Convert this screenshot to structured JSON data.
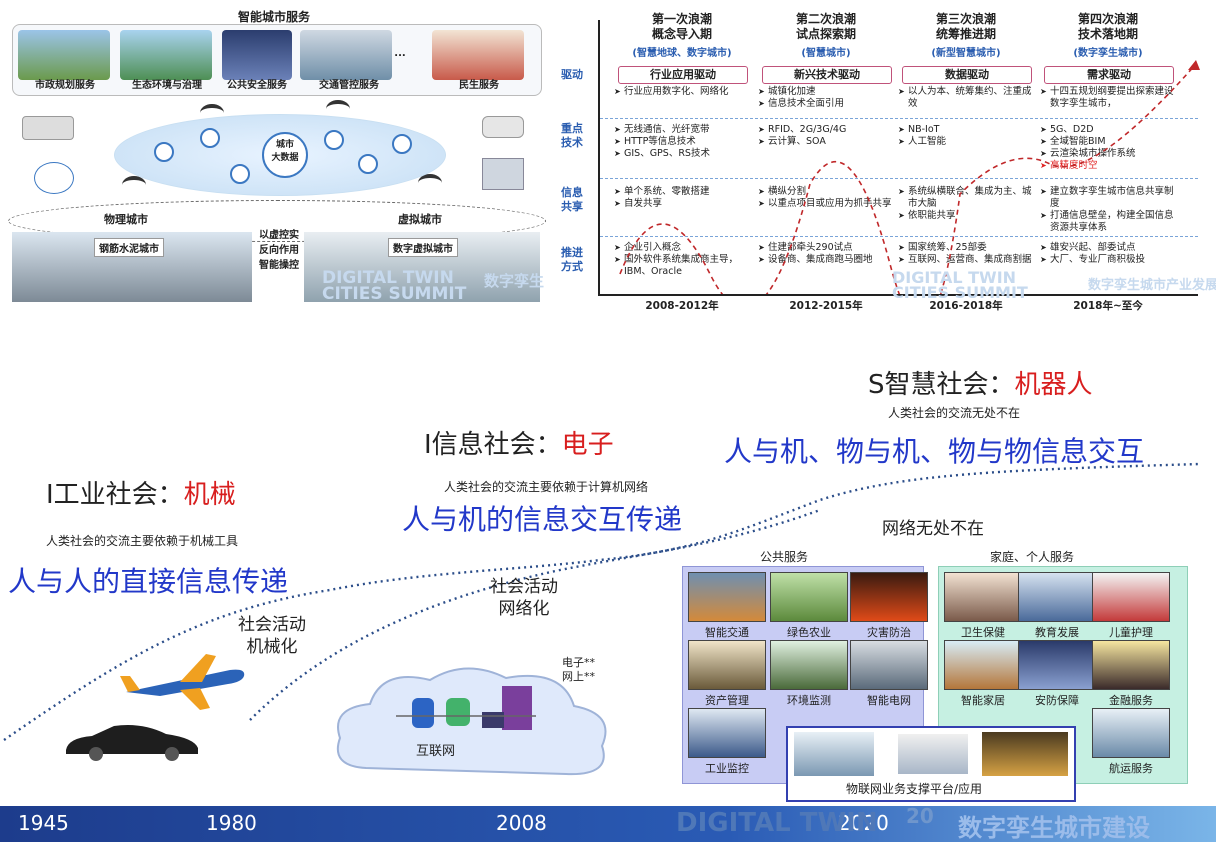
{
  "top_left": {
    "title": "智能城市服务",
    "services": [
      "市政规划服务",
      "生态环境与治理",
      "公共安全服务",
      "交通管控服务",
      "...",
      "民生服务"
    ],
    "hub": "城市\n大数据",
    "physical_city": "物理城市",
    "virtual_city": "虚拟城市",
    "physical_sub": "钢筋水泥城市",
    "virtual_sub": "数字虚拟城市",
    "center_lines": [
      "以虚控实",
      "反向作用",
      "智能操控"
    ],
    "wm_line1": "DIGITAL TWIN",
    "wm_line2": "CITIES SUMMIT",
    "wm_cn": "数字孪生"
  },
  "top_right": {
    "waves": [
      {
        "title1": "第一次浪潮",
        "title2": "概念导入期",
        "sub": "(智慧地球、数字城市)",
        "driver": "行业应用驱动",
        "year": "2008-2012年",
        "tech_a": [
          "行业应用数字化、网络化"
        ],
        "tech_b": [
          "无线通信、光纤宽带",
          "HTTP等信息技术",
          "GIS、GPS、RS技术"
        ],
        "share": [
          "单个系统、零散搭建",
          "自发共享"
        ],
        "mode": [
          "企业引入概念",
          "国外软件系统集成商主导，IBM、Oracle"
        ]
      },
      {
        "title1": "第二次浪潮",
        "title2": "试点探索期",
        "sub": "(智慧城市)",
        "driver": "新兴技术驱动",
        "year": "2012-2015年",
        "tech_a": [
          "城镇化加速",
          "信息技术全面引用"
        ],
        "tech_b": [
          "RFID、2G/3G/4G",
          "云计算、SOA"
        ],
        "share": [
          "横纵分割",
          "以重点项目或应用为抓手共享"
        ],
        "mode": [
          "住建部牵头290试点",
          "设备商、集成商跑马圈地"
        ]
      },
      {
        "title1": "第三次浪潮",
        "title2": "统筹推进期",
        "sub": "(新型智慧城市)",
        "driver": "数据驱动",
        "year": "2016-2018年",
        "tech_a": [
          "以人为本、统筹集约、注重成效"
        ],
        "tech_b": [
          "NB-IoT",
          "人工智能"
        ],
        "share": [
          "系统纵横联合、集成为主、城市大脑",
          "依职能共享"
        ],
        "mode": [
          "国家统筹、25部委",
          "互联网、运营商、集成商割据"
        ]
      },
      {
        "title1": "第四次浪潮",
        "title2": "技术落地期",
        "sub": "(数字孪生城市)",
        "driver": "需求驱动",
        "year": "2018年~至今",
        "tech_a": [
          "十四五规划纲要提出探索建设数字孪生城市，"
        ],
        "tech_b": [
          "5G、D2D",
          "全域智能BIM",
          "云渲染城市操作系统"
        ],
        "tech_b_hl": "高精度时空",
        "share": [
          "建立数字孪生城市信息共享制度",
          "打通信息壁垒，构建全国信息资源共享体系"
        ],
        "mode": [
          "雄安兴起、部委试点",
          "大厂、专业厂商积极投"
        ]
      }
    ],
    "rows": [
      "驱动",
      "重点\n技术",
      "信息\n共享",
      "推进\n方式"
    ],
    "wm_line1": "DIGITAL TWIN",
    "wm_line2": "CITIES SUMMIT",
    "wm_cn": "数字孪生城市产业发展"
  },
  "bottom": {
    "eras": [
      {
        "prefix": "I工业社会：",
        "em": "机械",
        "caption": "人类社会的交流主要依赖于机械工具",
        "headline": "人与人的直接信息传递",
        "mid": "社会活动\n机械化"
      },
      {
        "prefix": "I信息社会：",
        "em": "电子",
        "caption": "人类社会的交流主要依赖于计算机网络",
        "headline": "人与机的信息交互传递",
        "mid": "社会活动\n网络化"
      },
      {
        "prefix": "S智慧社会：",
        "em": "机器人",
        "caption": "人类社会的交流无处不在",
        "headline": "人与机、物与机、物与物信息交互",
        "mid": "网络无处不在"
      }
    ],
    "internet": "互联网",
    "electronic_notes": [
      "电子**",
      "网上**"
    ],
    "public_service": "公共服务",
    "home_service": "家庭、个人服务",
    "public_tiles": [
      "智能交通",
      "绿色农业",
      "灾害防治",
      "资产管理",
      "环境监测",
      "智能电网",
      "工业监控"
    ],
    "home_tiles": [
      "卫生保健",
      "教育发展",
      "儿童护理",
      "智能家居",
      "安防保障",
      "金融服务",
      "航运服务"
    ],
    "platform": "物联网业务支撑平台/应用",
    "years": [
      "1945",
      "1980",
      "2008",
      "2020"
    ],
    "wm_line1": "DIGITAL TWIN",
    "wm_cn": "数字孪生城市建设",
    "wm_num": "20"
  },
  "colors": {
    "accent_blue": "#2238c9",
    "accent_red": "#d81e1e",
    "timeline": "#1d3c8c"
  }
}
